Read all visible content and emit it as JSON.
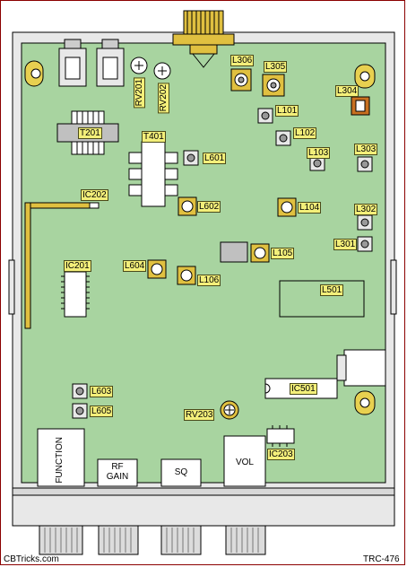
{
  "labels": {
    "l306": "L306",
    "l305": "L305",
    "l304": "L304",
    "l101": "L101",
    "l102": "L102",
    "l103": "L103",
    "l303": "L303",
    "t201": "T201",
    "t401": "T401",
    "l601": "L601",
    "ic202": "IC202",
    "l602": "L602",
    "l104": "L104",
    "l302": "L302",
    "l301": "L301",
    "l105": "L105",
    "ic201": "IC201",
    "l604": "L604",
    "l106": "L106",
    "l501": "L501",
    "ic501": "IC501",
    "l603": "L603",
    "l605": "L605",
    "rv203": "RV203",
    "ic203": "IC203",
    "rv201": "RV201",
    "rv202": "RV202"
  },
  "controls": {
    "function": "FUNCTION",
    "rf_gain_line1": "RF",
    "rf_gain_line2": "GAIN",
    "sq": "SQ",
    "vol": "VOL"
  },
  "footer": {
    "site": "CBTricks.com",
    "model": "TRC-476"
  },
  "colors": {
    "board": "#a8d4a0",
    "label_bg": "#f3ef7a",
    "frame": "#8b0000"
  }
}
